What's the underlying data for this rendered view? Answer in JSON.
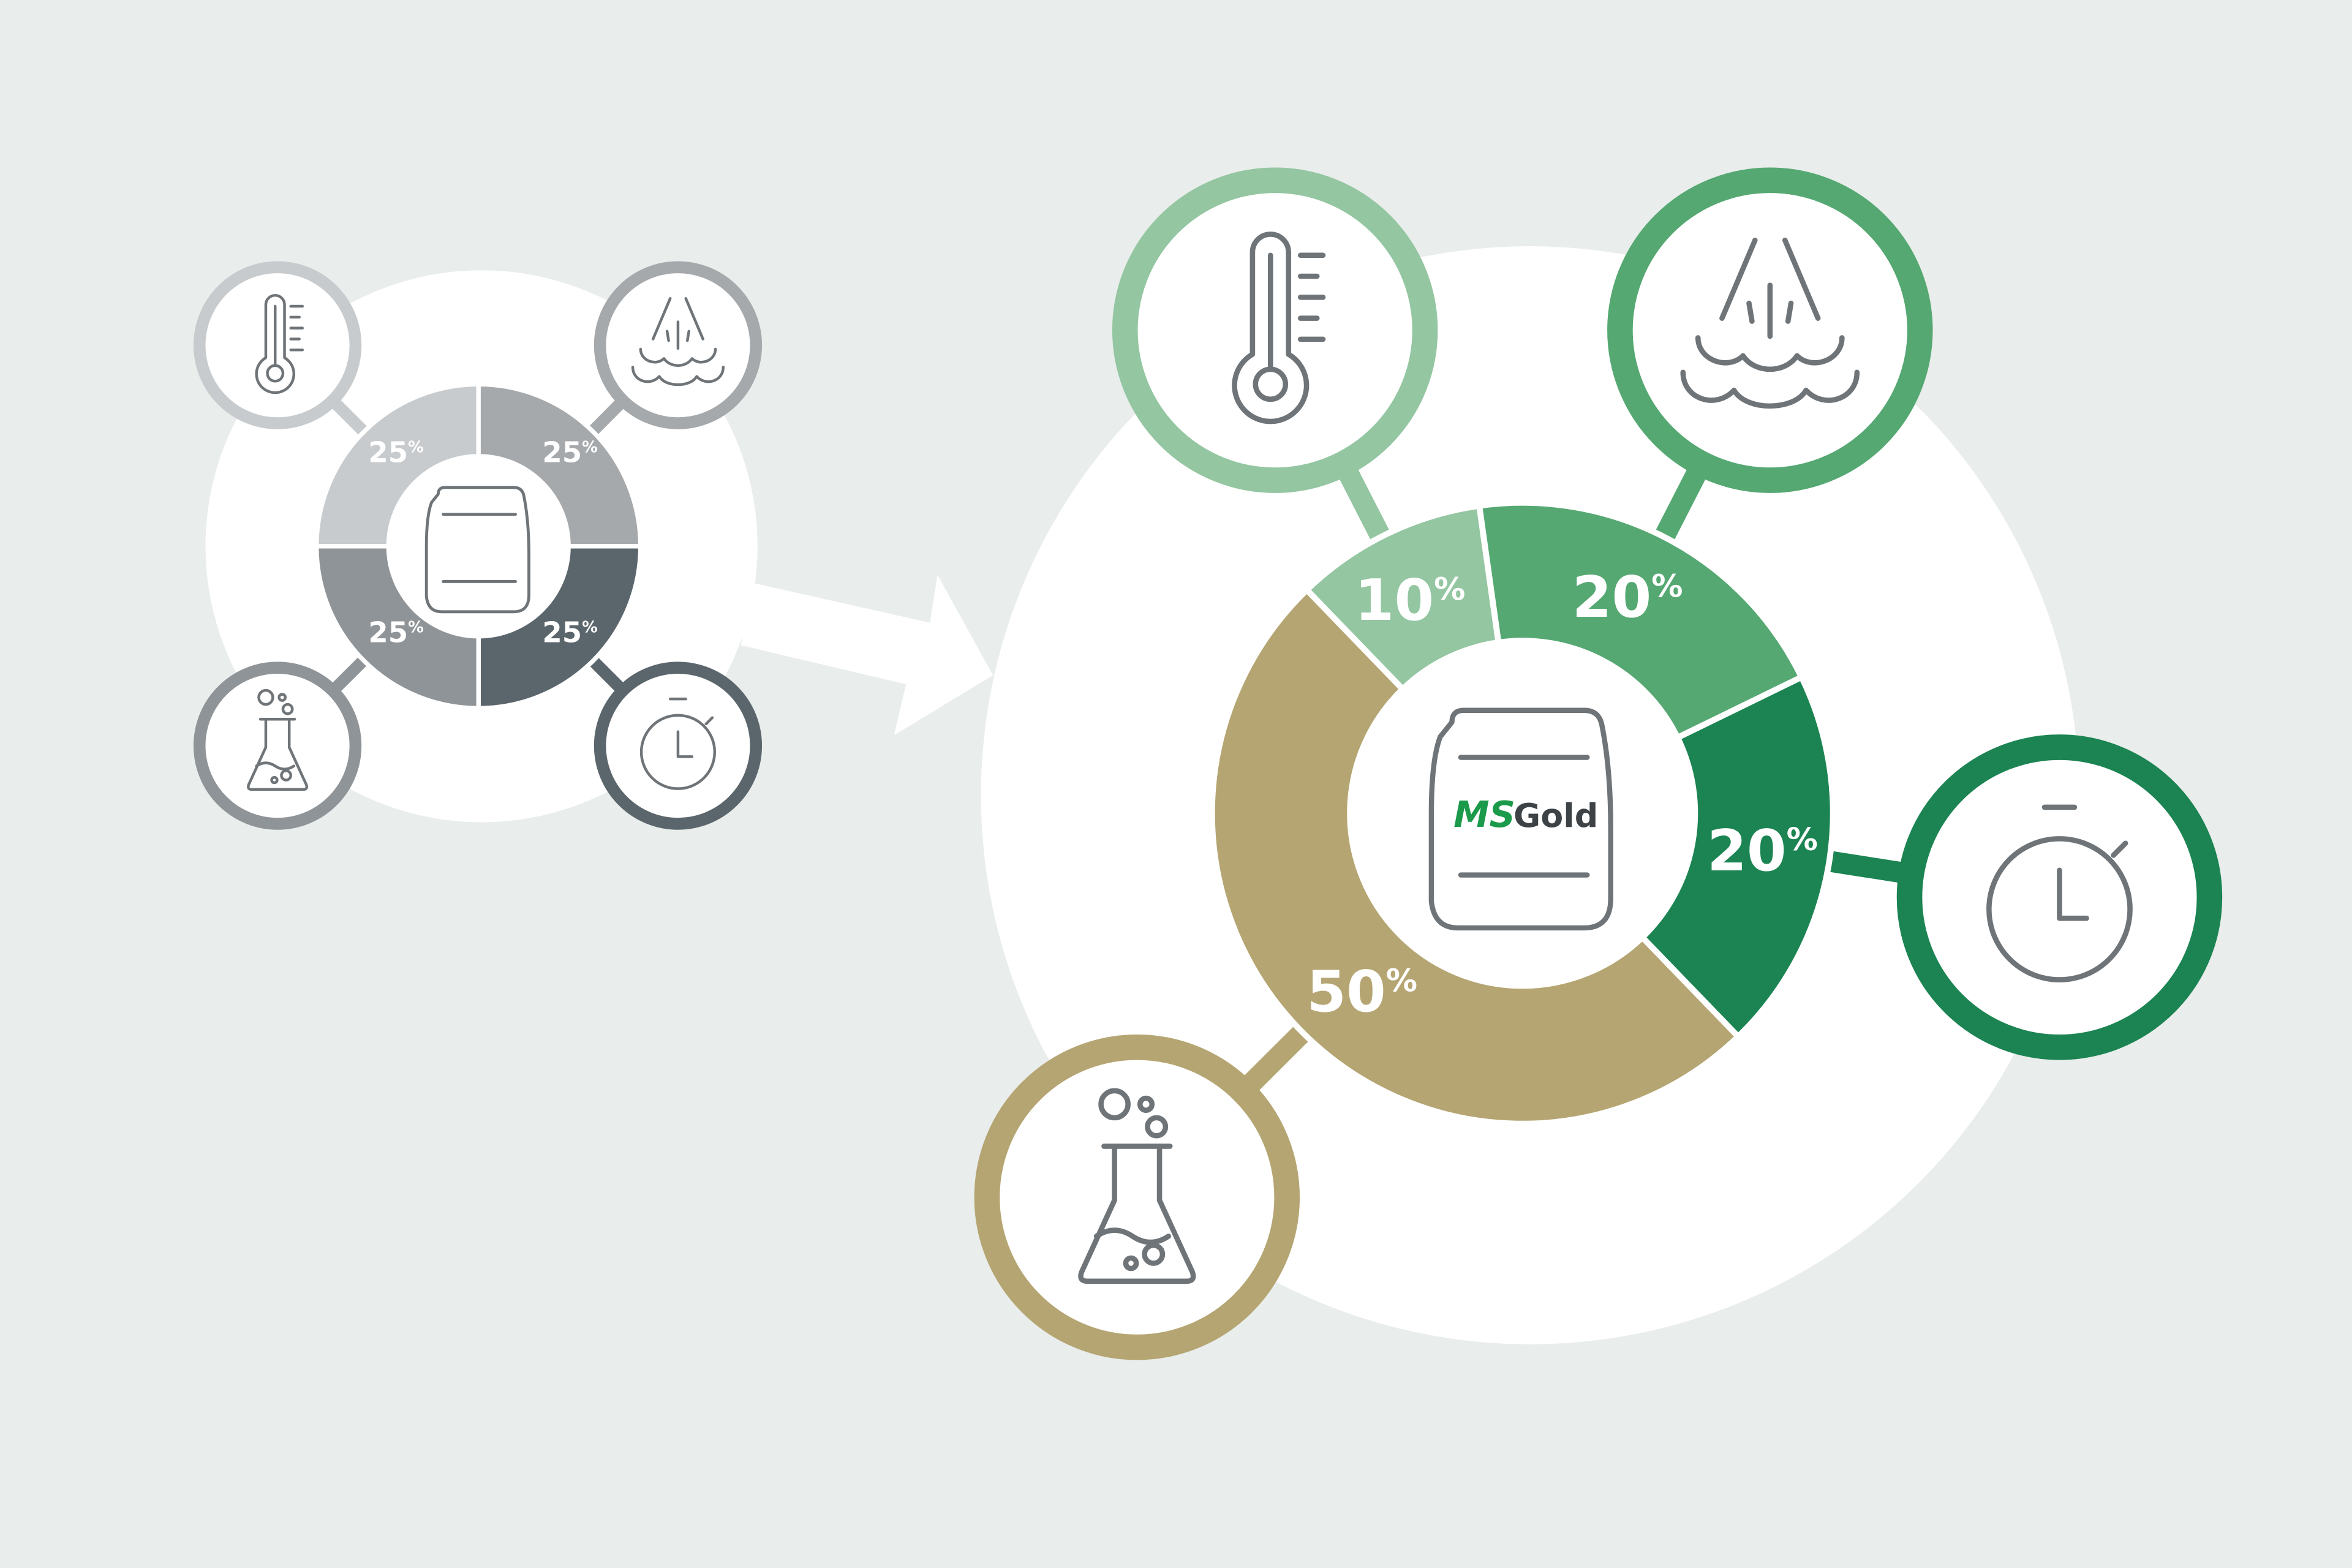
{
  "colors": {
    "background": "#e9edeb",
    "before": [
      "#c8cbcd",
      "#a6a9ac",
      "#5b666c",
      "#8f9498"
    ],
    "after": [
      "#93c6a1",
      "#55a872",
      "#1b8452",
      "#b5a572"
    ],
    "logo_green": "#1a9a4a",
    "logo_gray": "#3d4246"
  },
  "before": {
    "segments": [
      {
        "factor": "temperature",
        "icon": "thermometer-icon",
        "value": 25,
        "label": "25",
        "unit": "%"
      },
      {
        "factor": "mechanics",
        "icon": "spray-icon",
        "value": 25,
        "label": "25",
        "unit": "%"
      },
      {
        "factor": "time",
        "icon": "stopwatch-icon",
        "value": 25,
        "label": "25",
        "unit": "%"
      },
      {
        "factor": "chemistry",
        "icon": "flask-icon",
        "value": 25,
        "label": "25",
        "unit": "%"
      }
    ]
  },
  "after": {
    "logo": {
      "ms": "MS",
      "gold": "Gold"
    },
    "segments": [
      {
        "factor": "temperature",
        "icon": "thermometer-icon",
        "value": 10,
        "label": "10",
        "unit": "%"
      },
      {
        "factor": "mechanics",
        "icon": "spray-icon",
        "value": 20,
        "label": "20",
        "unit": "%"
      },
      {
        "factor": "time",
        "icon": "stopwatch-icon",
        "value": 20,
        "label": "20",
        "unit": "%"
      },
      {
        "factor": "chemistry",
        "icon": "flask-icon",
        "value": 50,
        "label": "50",
        "unit": "%"
      }
    ]
  }
}
